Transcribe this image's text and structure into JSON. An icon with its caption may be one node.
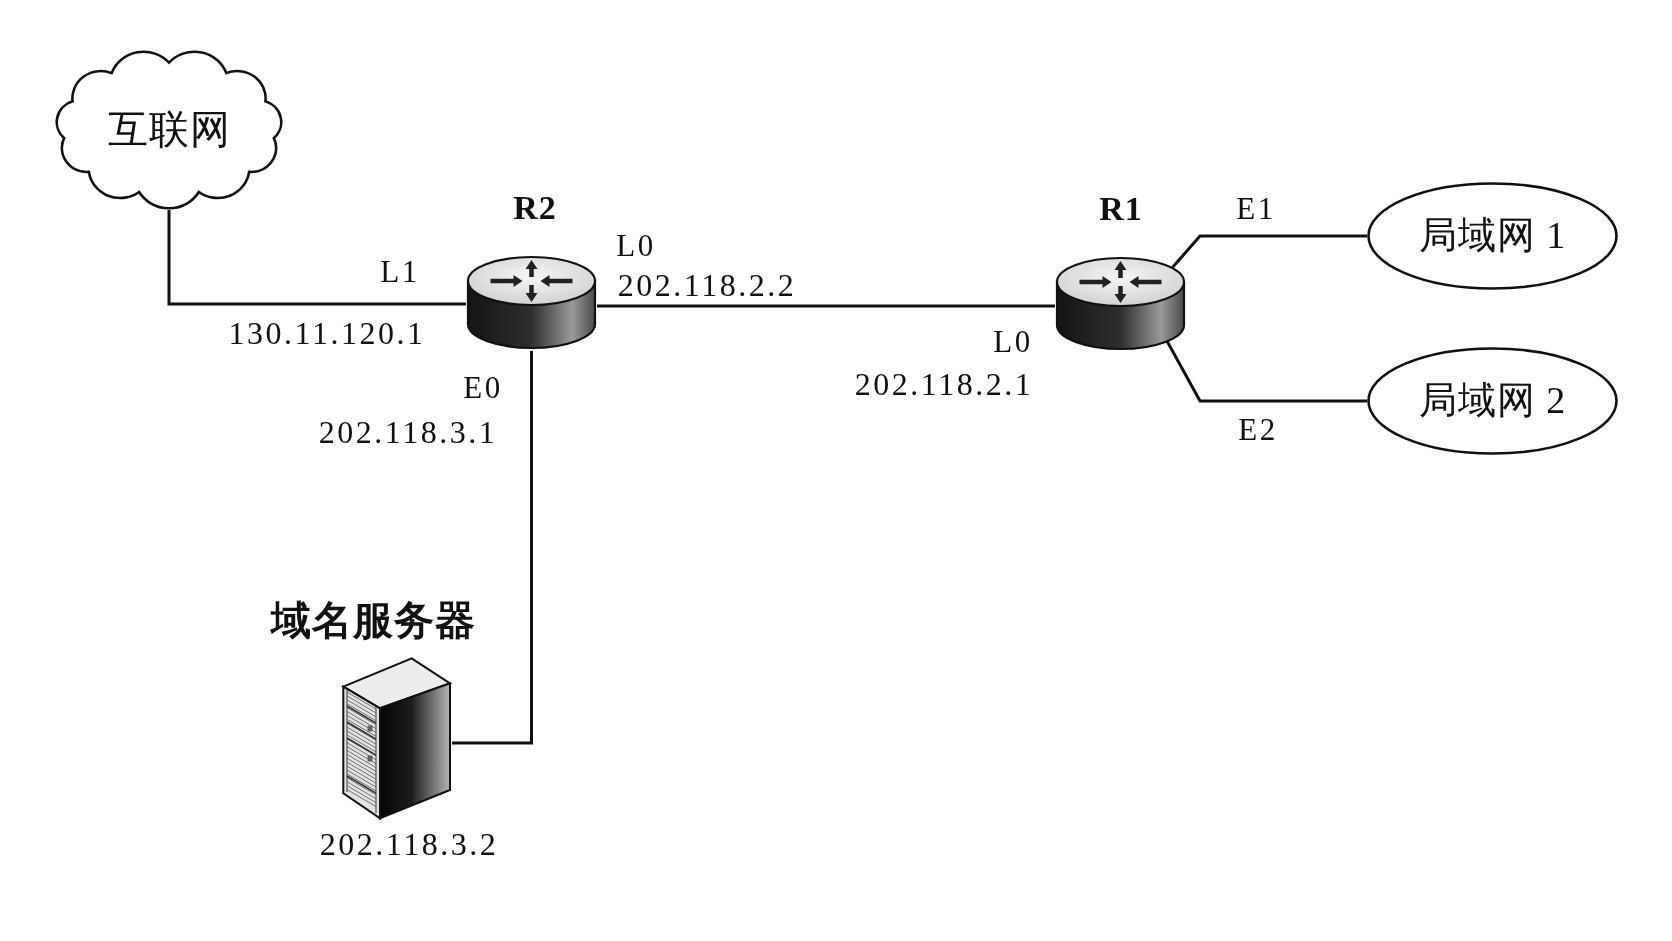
{
  "diagram": {
    "nodes": [
      {
        "text": [
          "互联网"
        ]
      },
      {
        "text": [
          "R2"
        ]
      },
      {
        "text": [
          "R1"
        ]
      },
      {
        "text": [
          "局域网 1"
        ]
      },
      {
        "text": [
          "局域网 2"
        ]
      },
      {
        "text": [
          "域名服务器"
        ],
        "beside": [
          "202.118.3.2"
        ]
      }
    ],
    "edges": [
      {
        "from": 0,
        "to": 1,
        "arrow": "none"
      },
      {
        "from": 1,
        "to": 2,
        "arrow": "none"
      },
      {
        "from": 2,
        "to": 3,
        "arrow": "none"
      },
      {
        "from": 2,
        "to": 4,
        "arrow": "none"
      },
      {
        "from": 1,
        "to": 5,
        "arrow": "none"
      }
    ],
    "labels": [
      "L1",
      "130.11.120.1",
      "E0",
      "202.118.3.1",
      "L0",
      "202.118.2.2",
      "L0",
      "202.118.2.1",
      "E1",
      "E2"
    ]
  }
}
